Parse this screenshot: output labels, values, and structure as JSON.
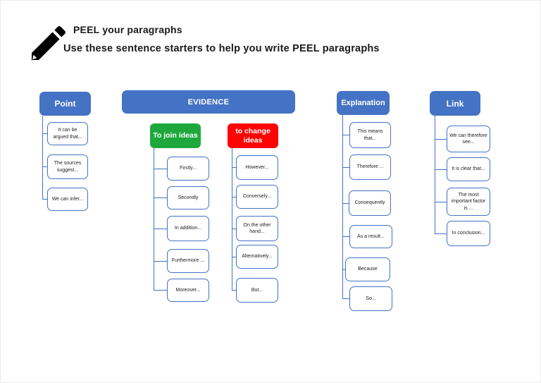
{
  "page": {
    "title": "PEEL your paragraphs",
    "subtitle": "Use these sentence starters to help you write PEEL paragraphs",
    "icon": "pencil"
  },
  "colors": {
    "header_blue": "#4472C4",
    "join_green": "#1EA83C",
    "change_red": "#FC0404",
    "box_border": "#4472C4",
    "connector_line": "#4472C4"
  },
  "columns": [
    {
      "id": "point",
      "header": "Point",
      "items": [
        "It can be argued that...",
        "The sources suggest...",
        "We can infer..."
      ]
    },
    {
      "id": "evidence",
      "header": "EVIDENCE",
      "subgroups": [
        {
          "id": "join-ideas",
          "header": "To join ideas",
          "color": "#1EA83C",
          "items": [
            "Firstly...",
            "Secondly",
            "In addition...",
            "Furthermore ...",
            "Moreover..."
          ]
        },
        {
          "id": "change-ideas",
          "header": "to change ideas",
          "color": "#FC0404",
          "items": [
            "However...",
            "Conversely...",
            "On the other hand...",
            "Alternatively...",
            "But..."
          ]
        }
      ]
    },
    {
      "id": "explanation",
      "header": "Explanation",
      "items": [
        "This means that...",
        "Therefore ...",
        "Consequently",
        "As a result...",
        "Because",
        "So..."
      ]
    },
    {
      "id": "link",
      "header": "Link",
      "items": [
        "We can therefore see...",
        "It is clear that...",
        "The most important factor is ...",
        "In conclusion..."
      ]
    }
  ]
}
